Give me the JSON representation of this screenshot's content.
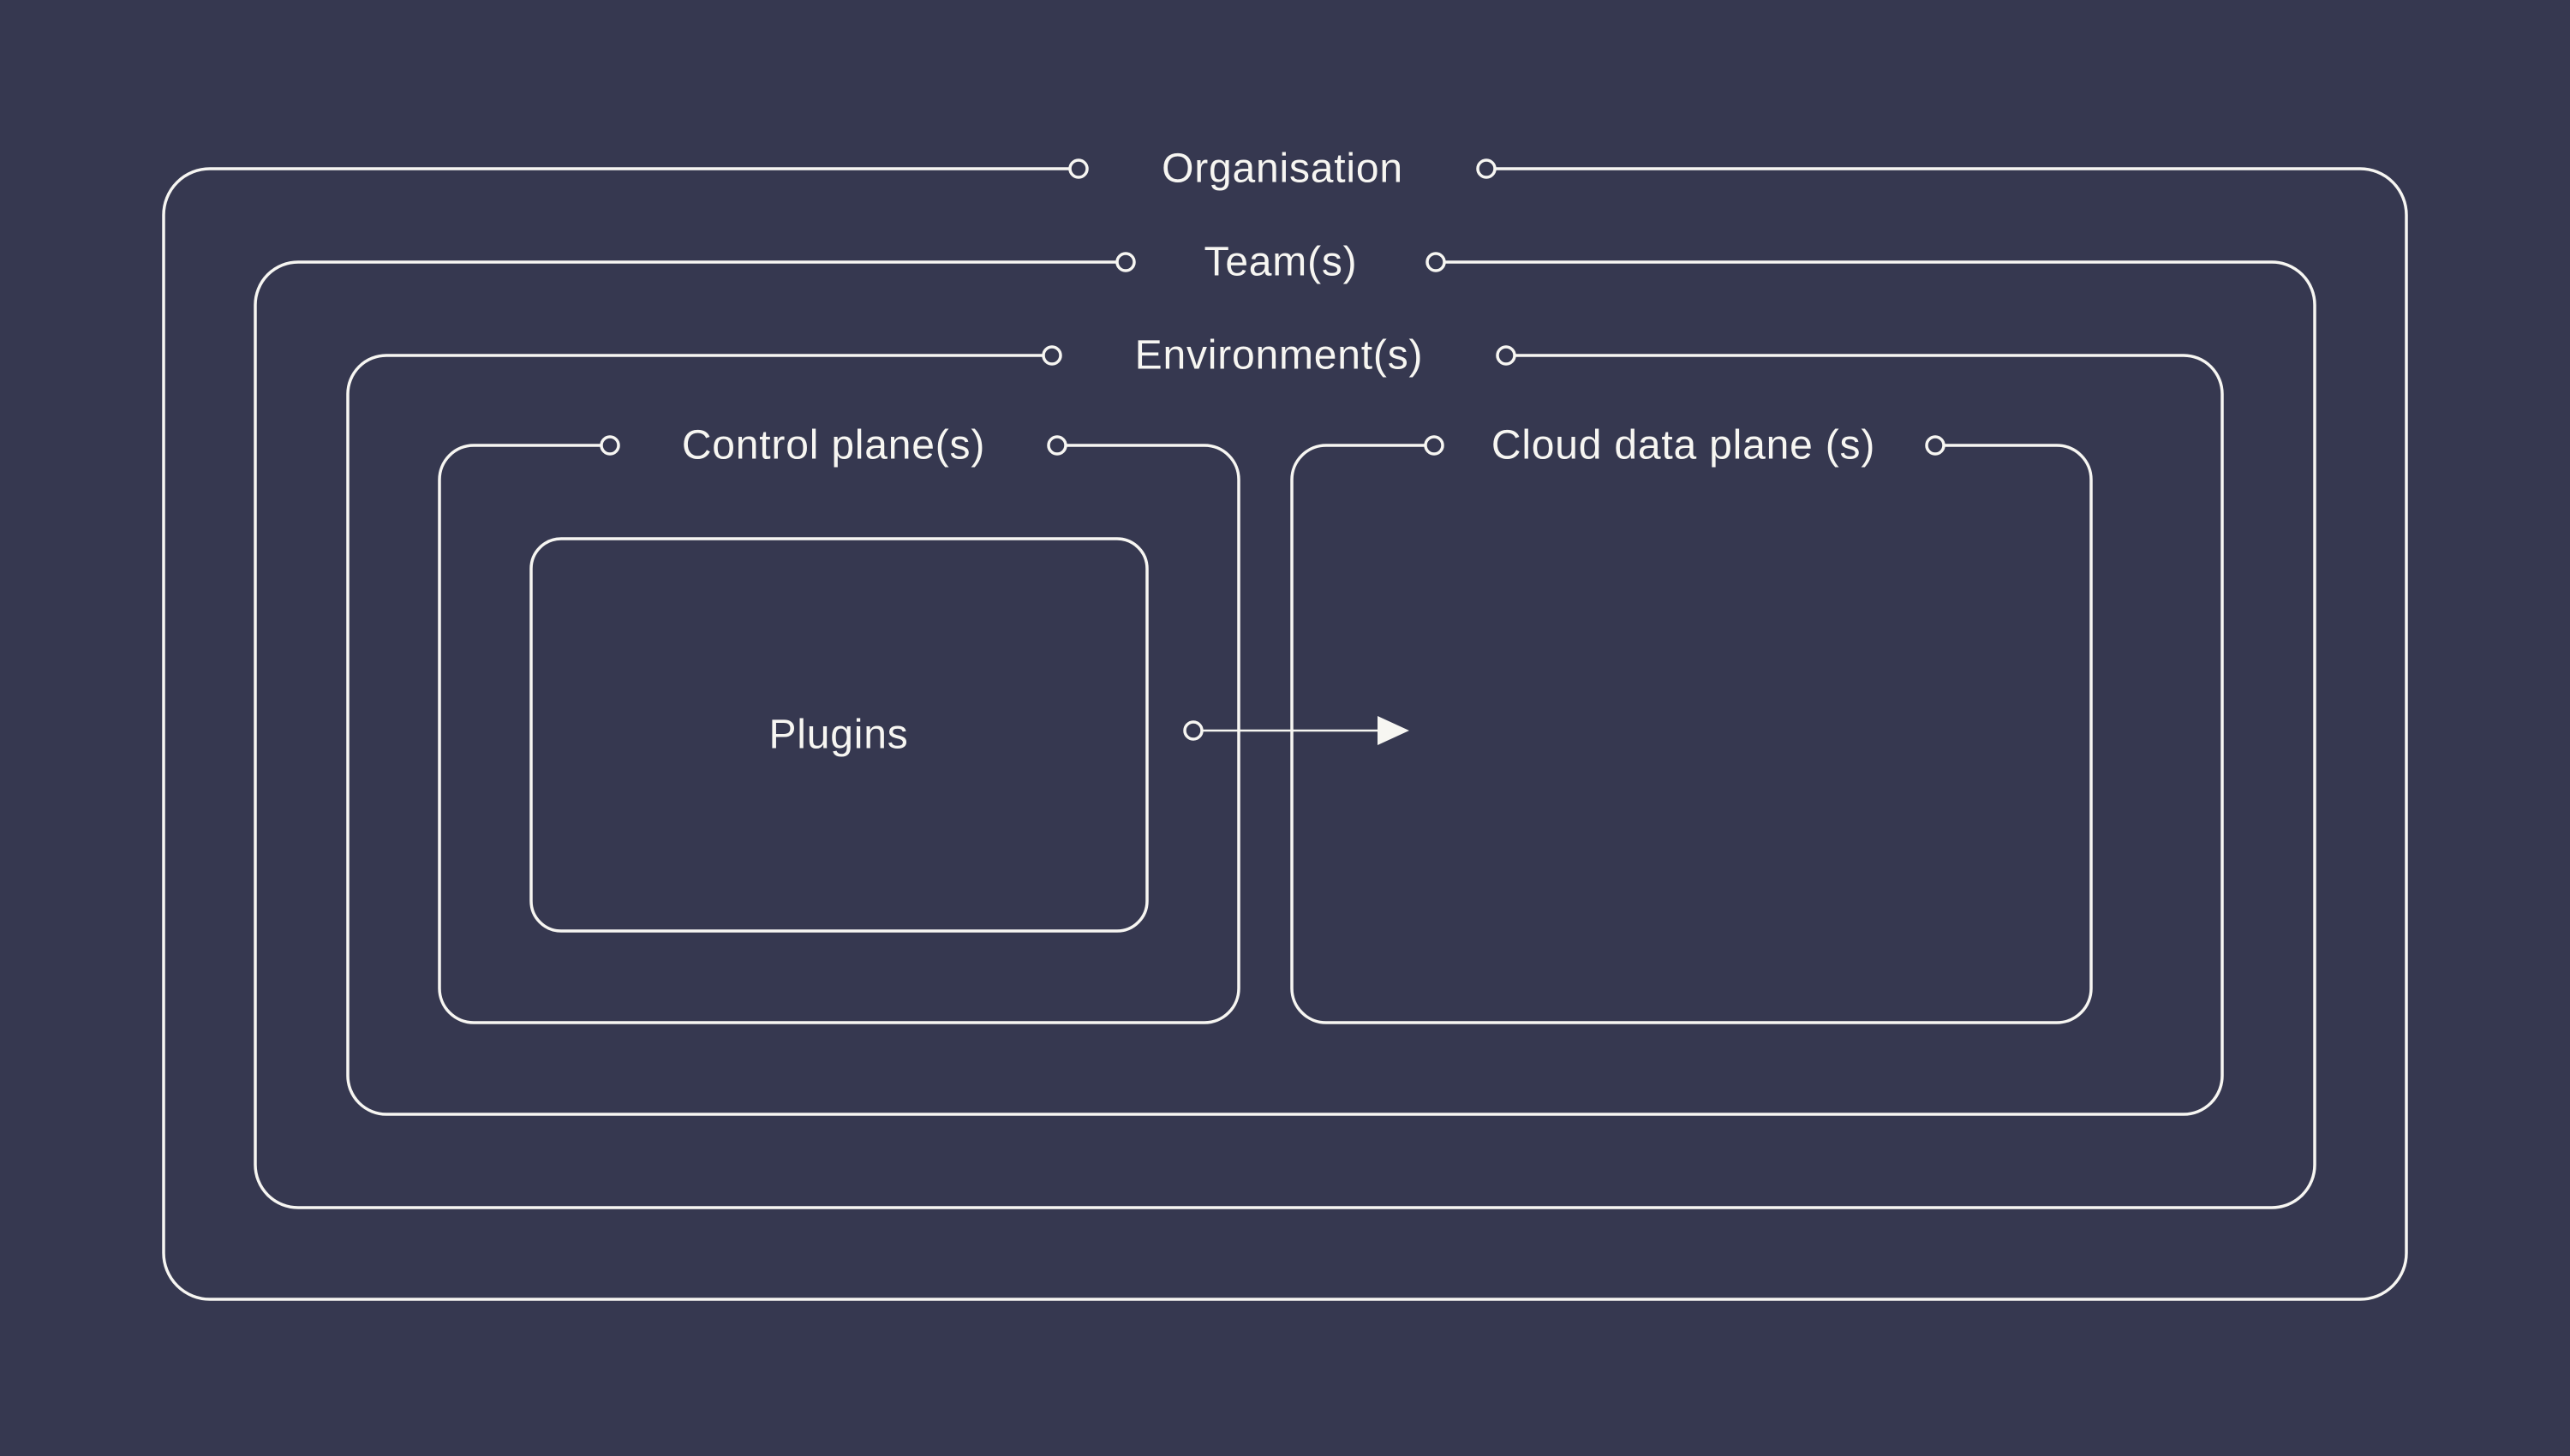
{
  "labels": {
    "organisation": "Organisation",
    "teams": "Team(s)",
    "environments": "Environment(s)",
    "control_plane": "Control plane(s)",
    "cloud_data_plane": "Cloud data plane (s)",
    "plugins": "Plugins"
  },
  "colors": {
    "background": "#363850",
    "line": "#f7f6f2",
    "text": "#f7f6f2"
  }
}
